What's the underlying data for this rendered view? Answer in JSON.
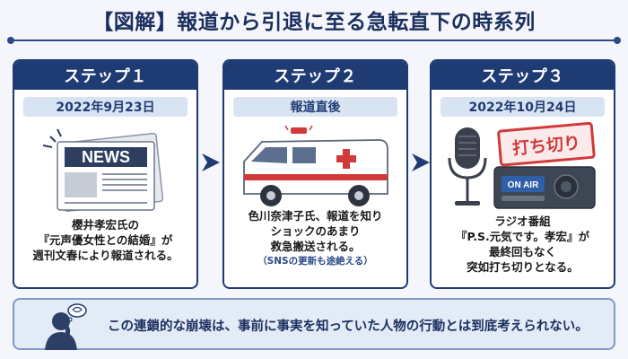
{
  "header": {
    "title": "【図解】報道から引退に至る急転直下の時系列"
  },
  "steps": [
    {
      "label": "ステップ１",
      "date": "2022年9月23日",
      "lines": [
        "櫻井孝宏氏の",
        "『元声優女性との結婚』が",
        "週刊文春により報道される。"
      ],
      "icon": "newspaper-icon",
      "icon_text": "NEWS"
    },
    {
      "label": "ステップ２",
      "date": "報道直後",
      "lines": [
        "色川奈津子氏、報道を知り",
        "ショックのあまり",
        "救急搬送される。"
      ],
      "note": "（SNSの更新も途絶える）",
      "icon": "ambulance-icon"
    },
    {
      "label": "ステップ３",
      "date": "2022年10月24日",
      "lines": [
        "ラジオ番組",
        "『P.S.元気です。孝宏』が",
        "最終回もなく",
        "突如打ち切りとなる。"
      ],
      "icon": "microphone-radio-icon",
      "stamp": "打ち切り",
      "onair": "ON AIR"
    }
  ],
  "footer": {
    "text": "この連鎖的な崩壊は、事前に事実を知っていた人物の行動とは到底考えられない。",
    "icon": "thinking-person-icon"
  },
  "colors": {
    "navy": "#1f3b73",
    "accent_red": "#d23a3a",
    "pill_bg": "#d9e4f3",
    "footer_bg": "#e3ebf7"
  }
}
